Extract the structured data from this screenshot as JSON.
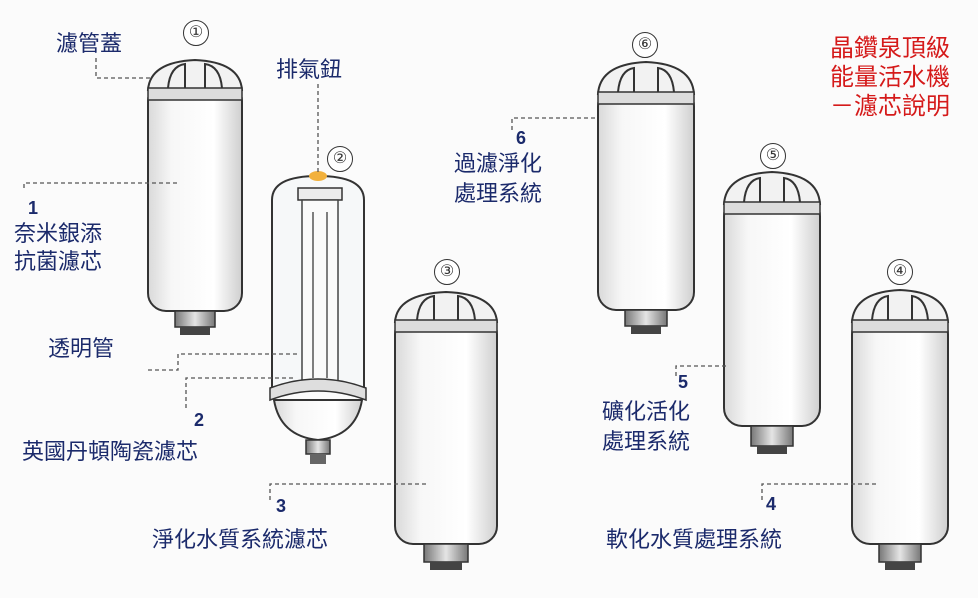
{
  "title_lines": [
    "晶鑽泉頂級",
    "能量活水機",
    "－濾芯說明"
  ],
  "labels": {
    "filter_cap": "濾管蓋",
    "vent_button": "排氣鈕",
    "clear_tube": "透明管",
    "f1_name_l1": "奈米銀添",
    "f1_name_l2": "抗菌濾芯",
    "f2_name": "英國丹頓陶瓷濾芯",
    "f3_name": "淨化水質系統濾芯",
    "f4_name": "軟化水質處理系統",
    "f5_name_l1": "礦化活化",
    "f5_name_l2": "處理系統",
    "f6_name_l1": "過濾淨化",
    "f6_name_l2": "處理系統"
  },
  "numbers": {
    "n1": "1",
    "n2": "2",
    "n3": "3",
    "n4": "4",
    "n5": "5",
    "n6": "6"
  },
  "circled": {
    "c1": "①",
    "c2": "②",
    "c3": "③",
    "c4": "④",
    "c5": "⑤",
    "c6": "⑥"
  },
  "colors": {
    "label": "#1b2a6b",
    "title": "#d51a1a",
    "vent": "#f2b13c"
  }
}
